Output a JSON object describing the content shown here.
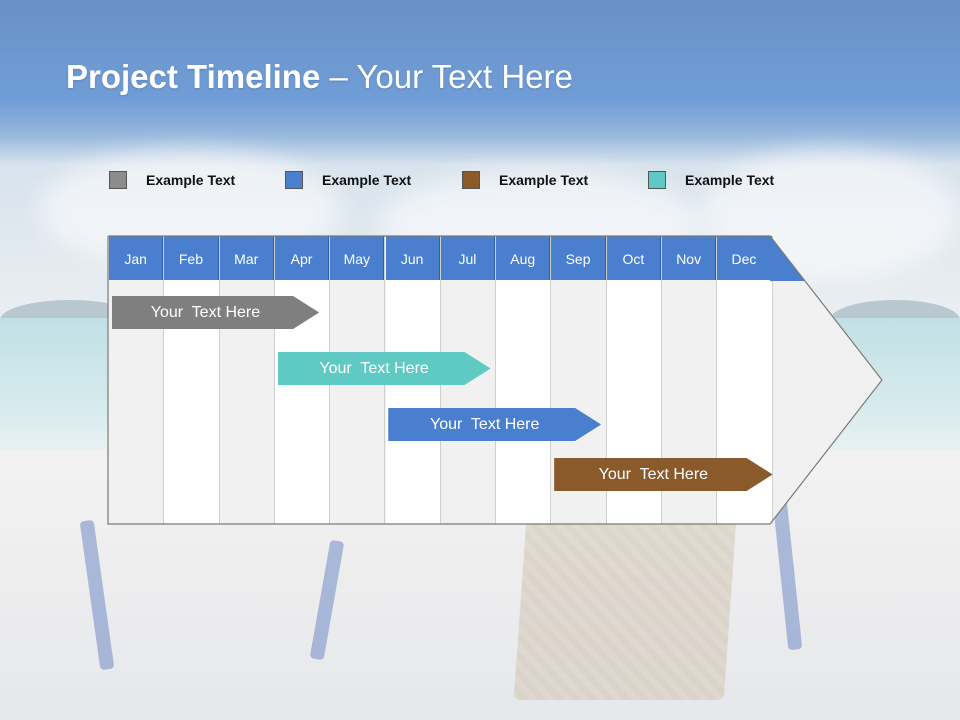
{
  "title": {
    "bold": "Project Timeline",
    "rest": " – Your Text Here"
  },
  "legend": [
    {
      "label": "Example Text",
      "color": "#8c8c8c"
    },
    {
      "label": "Example Text",
      "color": "#4a7fd0"
    },
    {
      "label": "Example Text",
      "color": "#8b5a2b"
    },
    {
      "label": "Example Text",
      "color": "#5fc9c4"
    }
  ],
  "months": [
    "Jan",
    "Feb",
    "Mar",
    "Apr",
    "May",
    "Jun",
    "Jul",
    "Aug",
    "Sep",
    "Oct",
    "Nov",
    "Dec"
  ],
  "tasks": [
    {
      "label": "Your  Text Here",
      "color": "#7f7f7f",
      "start_month": "Jan",
      "end_month": "Apr"
    },
    {
      "label": "Your  Text Here",
      "color": "#5fc9c4",
      "start_month": "Apr",
      "end_month": "Jul"
    },
    {
      "label": "Your  Text Here",
      "color": "#4a7fd0",
      "start_month": "Jun",
      "end_month": "Sep"
    },
    {
      "label": "Your  Text Here",
      "color": "#8b5a2b",
      "start_month": "Sep",
      "end_month": "Dec"
    }
  ]
}
